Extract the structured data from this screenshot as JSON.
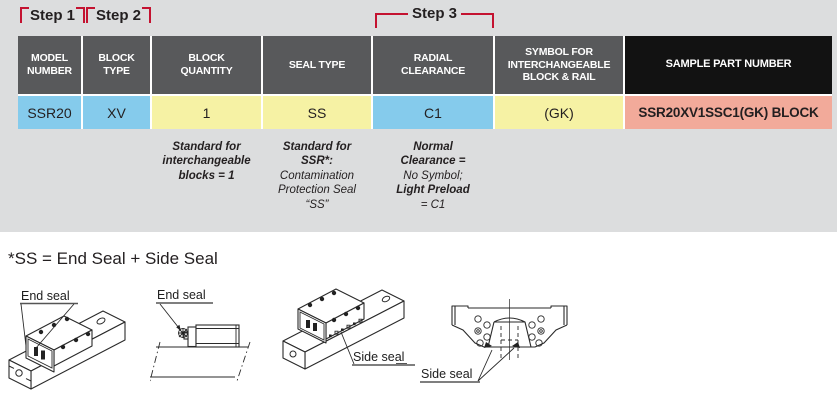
{
  "steps": [
    "Step 1",
    "Step 2",
    "Step 3"
  ],
  "table": {
    "headers": [
      "MODEL NUMBER",
      "BLOCK TYPE",
      "BLOCK QUANTITY",
      "SEAL TYPE",
      "RADIAL CLEARANCE",
      "SYMBOL FOR INTERCHANGEABLE BLOCK & RAIL",
      "SAMPLE PART NUMBER"
    ],
    "values": [
      "SSR20",
      "XV",
      "1",
      "SS",
      "C1",
      "(GK)",
      "SSR20XV1SSC1(GK) BLOCK"
    ]
  },
  "notes": {
    "block_quantity": {
      "l1": "Standard for",
      "l2": "interchangeable",
      "l3": "blocks = 1"
    },
    "seal_type": {
      "l1": "Standard for",
      "l2": "SSR*:",
      "l3": "Contamination",
      "l4": "Protection Seal",
      "l5": "“SS”"
    },
    "radial_clearance": {
      "l1": "Normal",
      "l2": "Clearance =",
      "l3": "No Symbol;",
      "l4": "Light Preload",
      "l5": "= C1"
    }
  },
  "footnote": "*SS = End Seal + Side Seal",
  "figures": {
    "fig1": "End seal",
    "fig2": "End seal",
    "fig3": "Side seal",
    "fig4": "Side seal"
  },
  "colors": {
    "accent_red": "#c41230",
    "header_gray": "#58595b",
    "header_black": "#121212",
    "cell_blue": "#85cbec",
    "cell_yellow": "#f6f2a4",
    "cell_salmon": "#f2aa9a",
    "panel_gray": "#dcddde"
  }
}
